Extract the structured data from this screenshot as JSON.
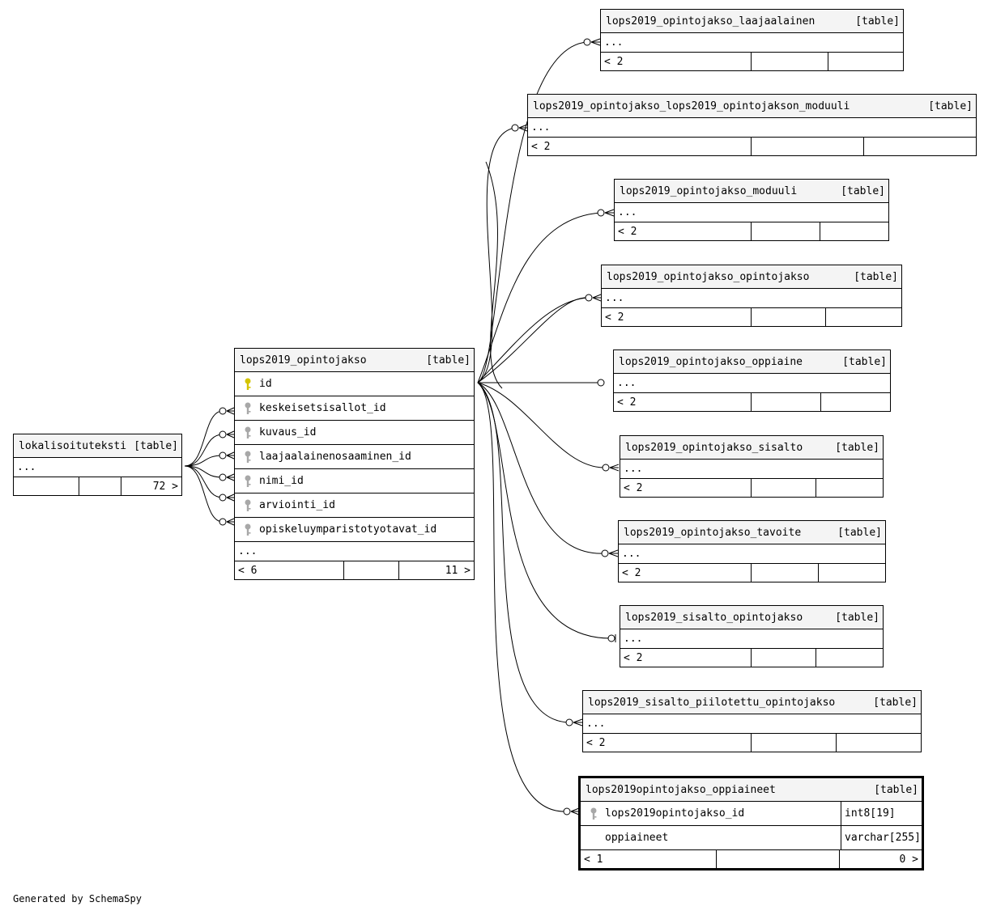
{
  "colors": {
    "primary_key": "#d4c400",
    "foreign_key": "#a8a8a8",
    "header_bg": "#f4f4f4"
  },
  "main_table": {
    "name": "lops2019_opintojakso",
    "kind": "[table]",
    "columns": [
      {
        "name": "id",
        "key": "primary"
      },
      {
        "name": "keskeisetsisallot_id",
        "key": "foreign"
      },
      {
        "name": "kuvaus_id",
        "key": "foreign"
      },
      {
        "name": "laajaalainenosaaminen_id",
        "key": "foreign"
      },
      {
        "name": "nimi_id",
        "key": "foreign"
      },
      {
        "name": "arviointi_id",
        "key": "foreign"
      },
      {
        "name": "opiskeluymparistotyotavat_id",
        "key": "foreign"
      }
    ],
    "more": "...",
    "footer_left": "< 6",
    "footer_right": "11 >"
  },
  "parent_table": {
    "name": "lokalisoituteksti",
    "kind": "[table]",
    "more": "...",
    "footer_right": "72 >"
  },
  "child_tables": [
    {
      "name": "lops2019_opintojakso_laajaalainen",
      "kind": "[table]",
      "more": "...",
      "footer_left": "< 2"
    },
    {
      "name": "lops2019_opintojakso_lops2019_opintojakson_moduuli",
      "kind": "[table]",
      "more": "...",
      "footer_left": "< 2"
    },
    {
      "name": "lops2019_opintojakso_moduuli",
      "kind": "[table]",
      "more": "...",
      "footer_left": "< 2"
    },
    {
      "name": "lops2019_opintojakso_opintojakso",
      "kind": "[table]",
      "more": "...",
      "footer_left": "< 2"
    },
    {
      "name": "lops2019_opintojakso_oppiaine",
      "kind": "[table]",
      "more": "...",
      "footer_left": "< 2"
    },
    {
      "name": "lops2019_opintojakso_sisalto",
      "kind": "[table]",
      "more": "...",
      "footer_left": "< 2"
    },
    {
      "name": "lops2019_opintojakso_tavoite",
      "kind": "[table]",
      "more": "...",
      "footer_left": "< 2"
    },
    {
      "name": "lops2019_sisalto_opintojakso",
      "kind": "[table]",
      "more": "...",
      "footer_left": "< 2"
    },
    {
      "name": "lops2019_sisalto_piilotettu_opintojakso",
      "kind": "[table]",
      "more": "...",
      "footer_left": "< 2"
    }
  ],
  "focus_table": {
    "name": "lops2019opintojakso_oppiaineet",
    "kind": "[table]",
    "columns": [
      {
        "name": "lops2019opintojakso_id",
        "type": "int8[19]",
        "key": "foreign"
      },
      {
        "name": "oppiaineet",
        "type": "varchar[255]",
        "key": "none"
      }
    ],
    "footer_left": "< 1",
    "footer_right": "0 >"
  },
  "footer": "Generated by SchemaSpy"
}
